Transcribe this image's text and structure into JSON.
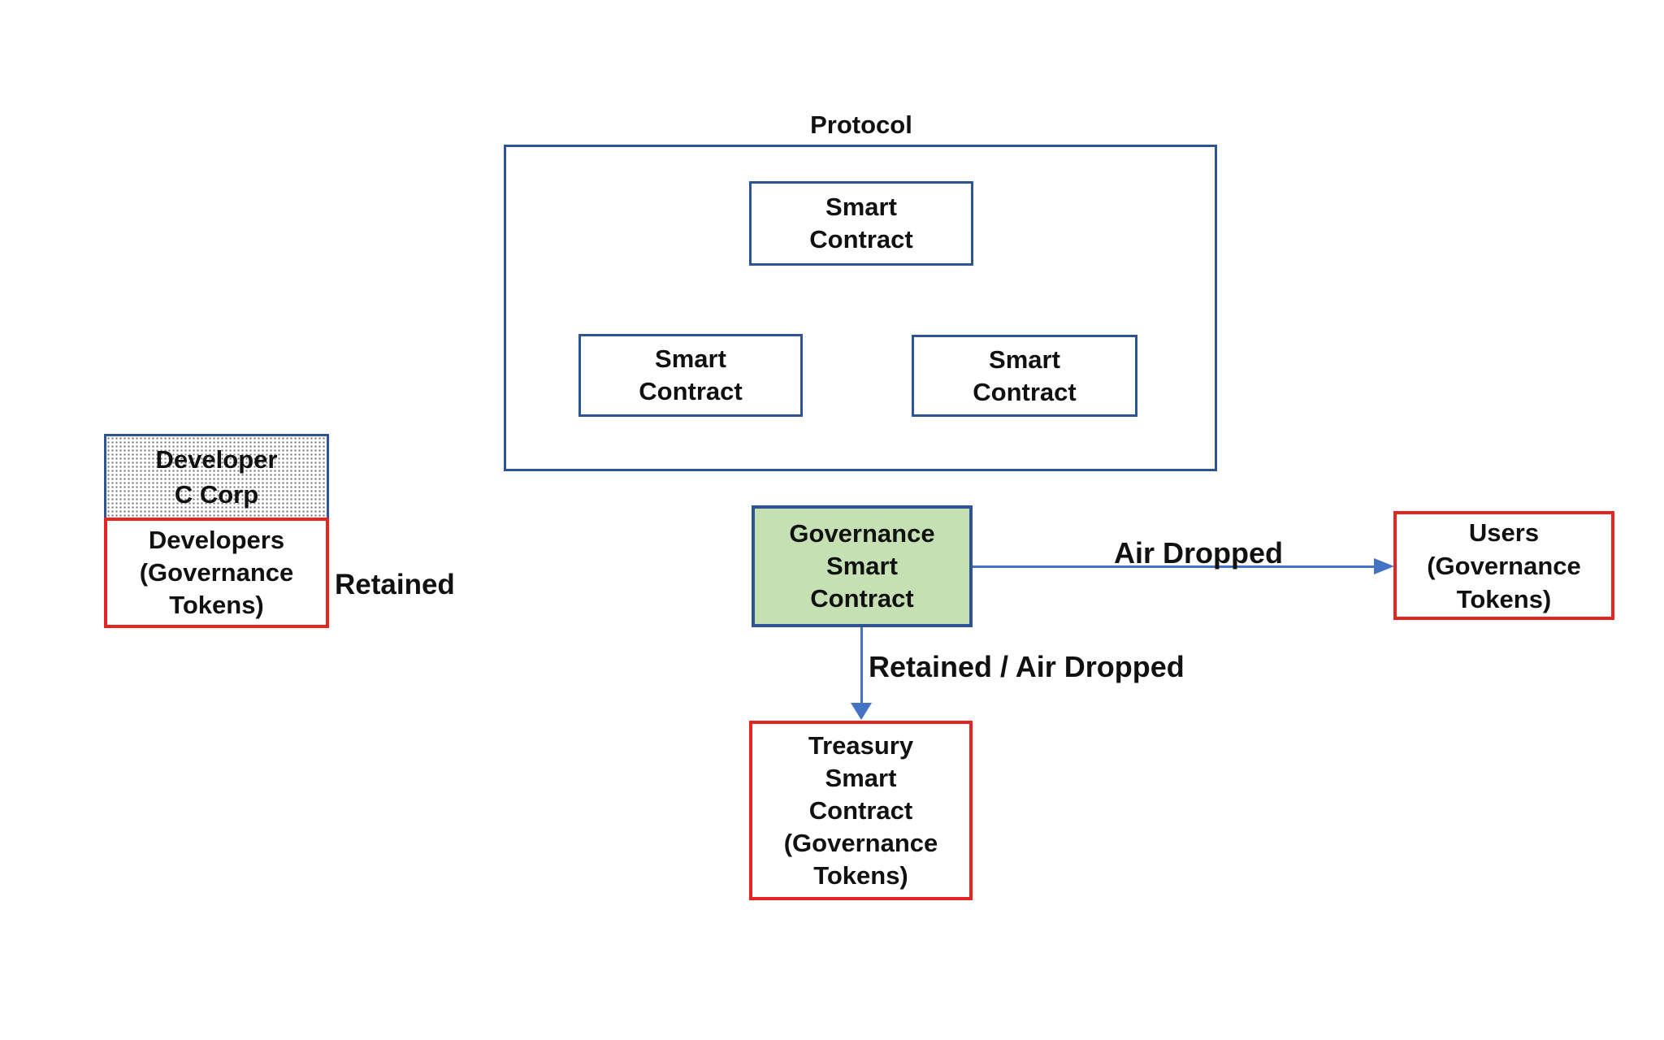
{
  "colors": {
    "background": "#ffffff",
    "navy_border": "#2f5496",
    "arrow_blue": "#4472c4",
    "red_border": "#e52521",
    "green_fill": "#c5e0b3",
    "pattern_dot": "#757575",
    "text": "#111111"
  },
  "protocol": {
    "title": "Protocol",
    "smart_contracts": {
      "top": "Smart\nContract",
      "left": "Smart\nContract",
      "right": "Smart\nContract"
    }
  },
  "nodes": {
    "developer_c_corp": "Developer\nC Corp",
    "developers": "Developers\n(Governance\nTokens)",
    "governance": "Governance\nSmart\nContract",
    "treasury": "Treasury\nSmart\nContract\n(Governance\nTokens)",
    "users": "Users\n(Governance\nTokens)"
  },
  "edges": {
    "retained": "Retained",
    "air_dropped": "Air Dropped",
    "retained_air_dropped": "Retained / Air Dropped"
  }
}
